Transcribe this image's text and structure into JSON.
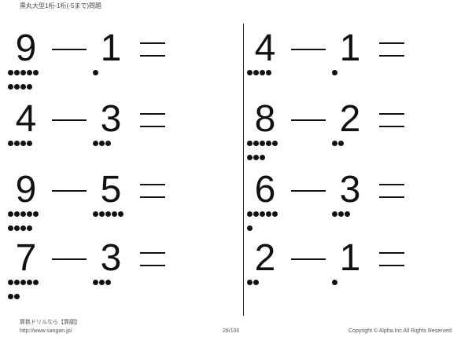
{
  "title": "黒丸大型1桁-1桁(-5まで)問題",
  "symbols": {
    "minus": "−",
    "equals": "="
  },
  "problems": [
    {
      "a": 9,
      "b": 1
    },
    {
      "a": 4,
      "b": 3
    },
    {
      "a": 9,
      "b": 5
    },
    {
      "a": 7,
      "b": 3
    },
    {
      "a": 4,
      "b": 1
    },
    {
      "a": 8,
      "b": 2
    },
    {
      "a": 6,
      "b": 3
    },
    {
      "a": 2,
      "b": 1
    }
  ],
  "footer": {
    "brand": "算数ドリルなら【算願】",
    "url": "http://www.sangan.jp/",
    "page": "28/100",
    "copyright": "Copyright © Alpha.Inc All Rights Reserved."
  }
}
